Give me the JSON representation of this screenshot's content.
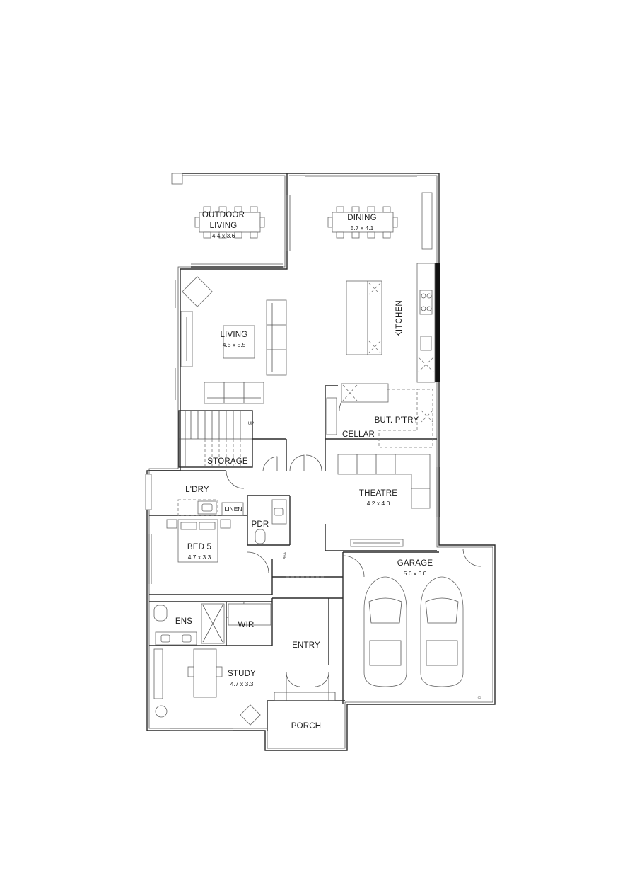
{
  "rooms": {
    "outdoor_living": {
      "name_line1": "OUTDOOR",
      "name_line2": "LIVING",
      "size": "4.4 x 3.6"
    },
    "dining": {
      "name": "DINING",
      "size": "5.7 x 4.1"
    },
    "living": {
      "name": "LIVING",
      "size": "4.5 x 5.5"
    },
    "kitchen": {
      "name": "KITCHEN"
    },
    "but_pantry": {
      "name": "BUT. P'TRY"
    },
    "cellar": {
      "name": "CELLAR"
    },
    "storage": {
      "name": "STORAGE"
    },
    "laundry": {
      "name": "L'DRY"
    },
    "linen": {
      "name": "LINEN"
    },
    "pdr": {
      "name": "PDR"
    },
    "theatre": {
      "name": "THEATRE",
      "size": "4.2 x 4.0"
    },
    "bed5": {
      "name": "BED 5",
      "size": "4.7 x 3.3"
    },
    "garage": {
      "name": "GARAGE",
      "size": "5.6 x 6.0"
    },
    "ens": {
      "name": "ENS"
    },
    "wir": {
      "name": "WIR"
    },
    "entry": {
      "name": "ENTRY"
    },
    "study": {
      "name": "STUDY",
      "size": "4.7 x 3.3"
    },
    "porch": {
      "name": "PORCH"
    }
  },
  "annotations": {
    "stair_up": "UP",
    "ra": "R/A",
    "copyright": "©"
  }
}
